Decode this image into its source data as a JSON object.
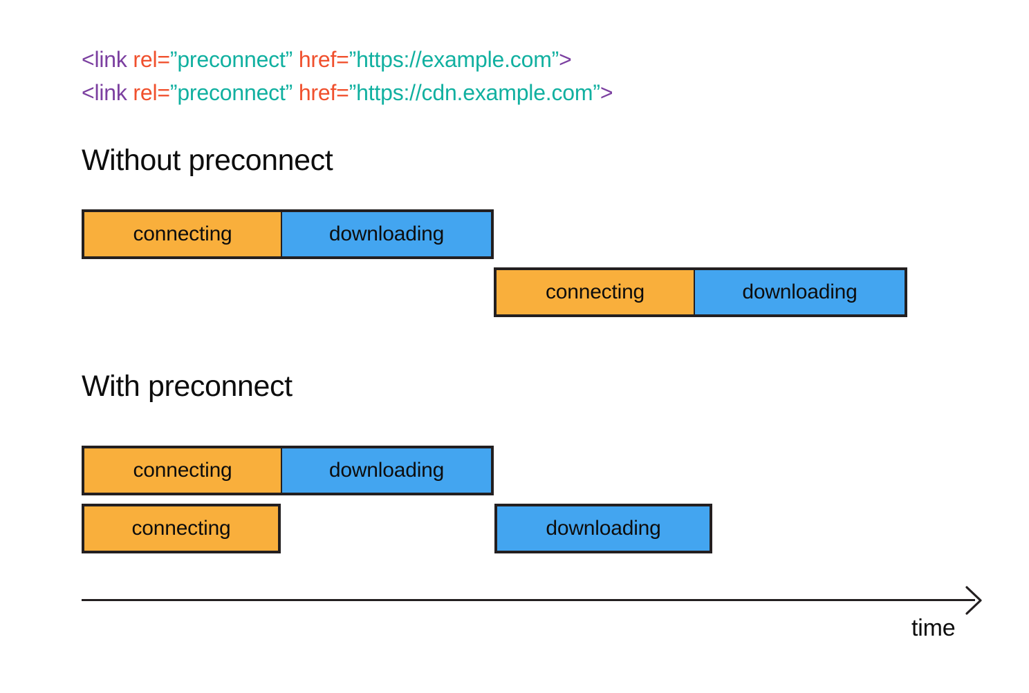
{
  "code": {
    "lines": [
      {
        "tag_open": "<link",
        "attr1": " rel=",
        "value1": "”preconnect”",
        "attr2": " href=",
        "value2": "”https://example.com”",
        "tag_close": ">"
      },
      {
        "tag_open": "<link",
        "attr1": " rel=",
        "value1": "”preconnect”",
        "attr2": " href=",
        "value2": "”https://cdn.example.com”",
        "tag_close": ">"
      }
    ],
    "colors": {
      "tag": "#7B3FA0",
      "attribute": "#F0502D",
      "string": "#11B0A0"
    }
  },
  "sections": [
    {
      "title": "Without preconnect",
      "rows": [
        {
          "segments": [
            {
              "label": "connecting",
              "kind": "connecting"
            },
            {
              "label": "downloading",
              "kind": "downloading"
            }
          ]
        },
        {
          "segments": [
            {
              "label": "connecting",
              "kind": "connecting"
            },
            {
              "label": "downloading",
              "kind": "downloading"
            }
          ]
        }
      ]
    },
    {
      "title": "With preconnect",
      "rows": [
        {
          "segments": [
            {
              "label": "connecting",
              "kind": "connecting"
            },
            {
              "label": "downloading",
              "kind": "downloading"
            }
          ]
        },
        {
          "segments": [
            {
              "label": "connecting",
              "kind": "connecting"
            },
            {
              "label": "downloading",
              "kind": "downloading"
            }
          ]
        }
      ]
    }
  ],
  "axis": {
    "label": "time"
  },
  "palette": {
    "connecting": "#F9AF3C",
    "downloading": "#43A5F0",
    "stroke": "#231f20",
    "text": "#0d0d0d",
    "background": "#ffffff"
  }
}
